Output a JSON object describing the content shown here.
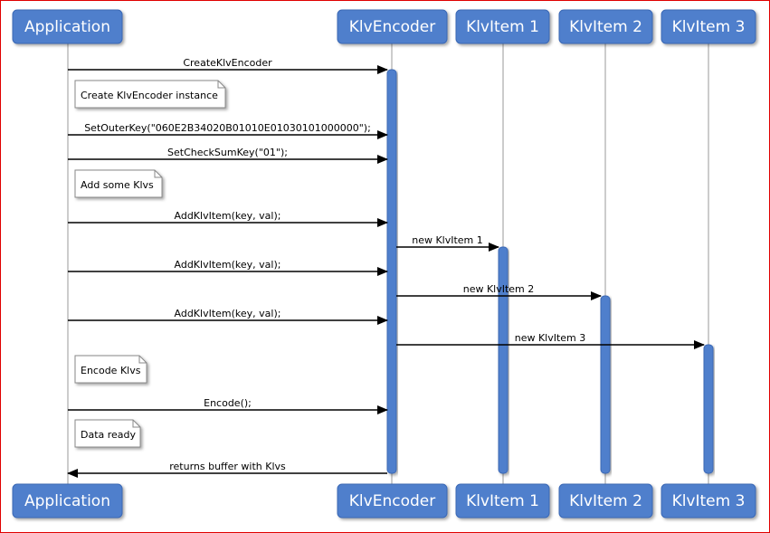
{
  "participants": [
    {
      "id": "app",
      "label": "Application"
    },
    {
      "id": "enc",
      "label": "KlvEncoder"
    },
    {
      "id": "i1",
      "label": "KlvItem 1"
    },
    {
      "id": "i2",
      "label": "KlvItem 2"
    },
    {
      "id": "i3",
      "label": "KlvItem 3"
    }
  ],
  "messages": [
    {
      "from": "app",
      "to": "enc",
      "label": "CreateKlvEncoder"
    },
    {
      "from": "app",
      "to": "enc",
      "label": "SetOuterKey(\"060E2B34020B01010E01030101000000\");"
    },
    {
      "from": "app",
      "to": "enc",
      "label": "SetCheckSumKey(\"01\");"
    },
    {
      "from": "app",
      "to": "enc",
      "label": "AddKlvItem(key, val);"
    },
    {
      "from": "enc",
      "to": "i1",
      "label": "new KlvItem 1"
    },
    {
      "from": "app",
      "to": "enc",
      "label": "AddKlvItem(key, val);"
    },
    {
      "from": "enc",
      "to": "i2",
      "label": "new KlvItem 2"
    },
    {
      "from": "app",
      "to": "enc",
      "label": "AddKlvItem(key, val);"
    },
    {
      "from": "enc",
      "to": "i3",
      "label": "new KlvItem 3"
    },
    {
      "from": "app",
      "to": "enc",
      "label": "Encode();"
    },
    {
      "from": "enc",
      "to": "app",
      "label": "returns buffer with Klvs"
    }
  ],
  "notes": [
    {
      "label": "Create KlvEncoder instance"
    },
    {
      "label": "Add some Klvs"
    },
    {
      "label": "Encode Klvs"
    },
    {
      "label": "Data ready"
    }
  ],
  "colors": {
    "participant_fill": "#4f7fcc",
    "participant_border": "#3a68b5",
    "lifeline": "#9a9a9a",
    "activation": "#4f7fcc",
    "arrow": "#000000",
    "note_border": "#888888",
    "frame_border": "#e00000"
  }
}
